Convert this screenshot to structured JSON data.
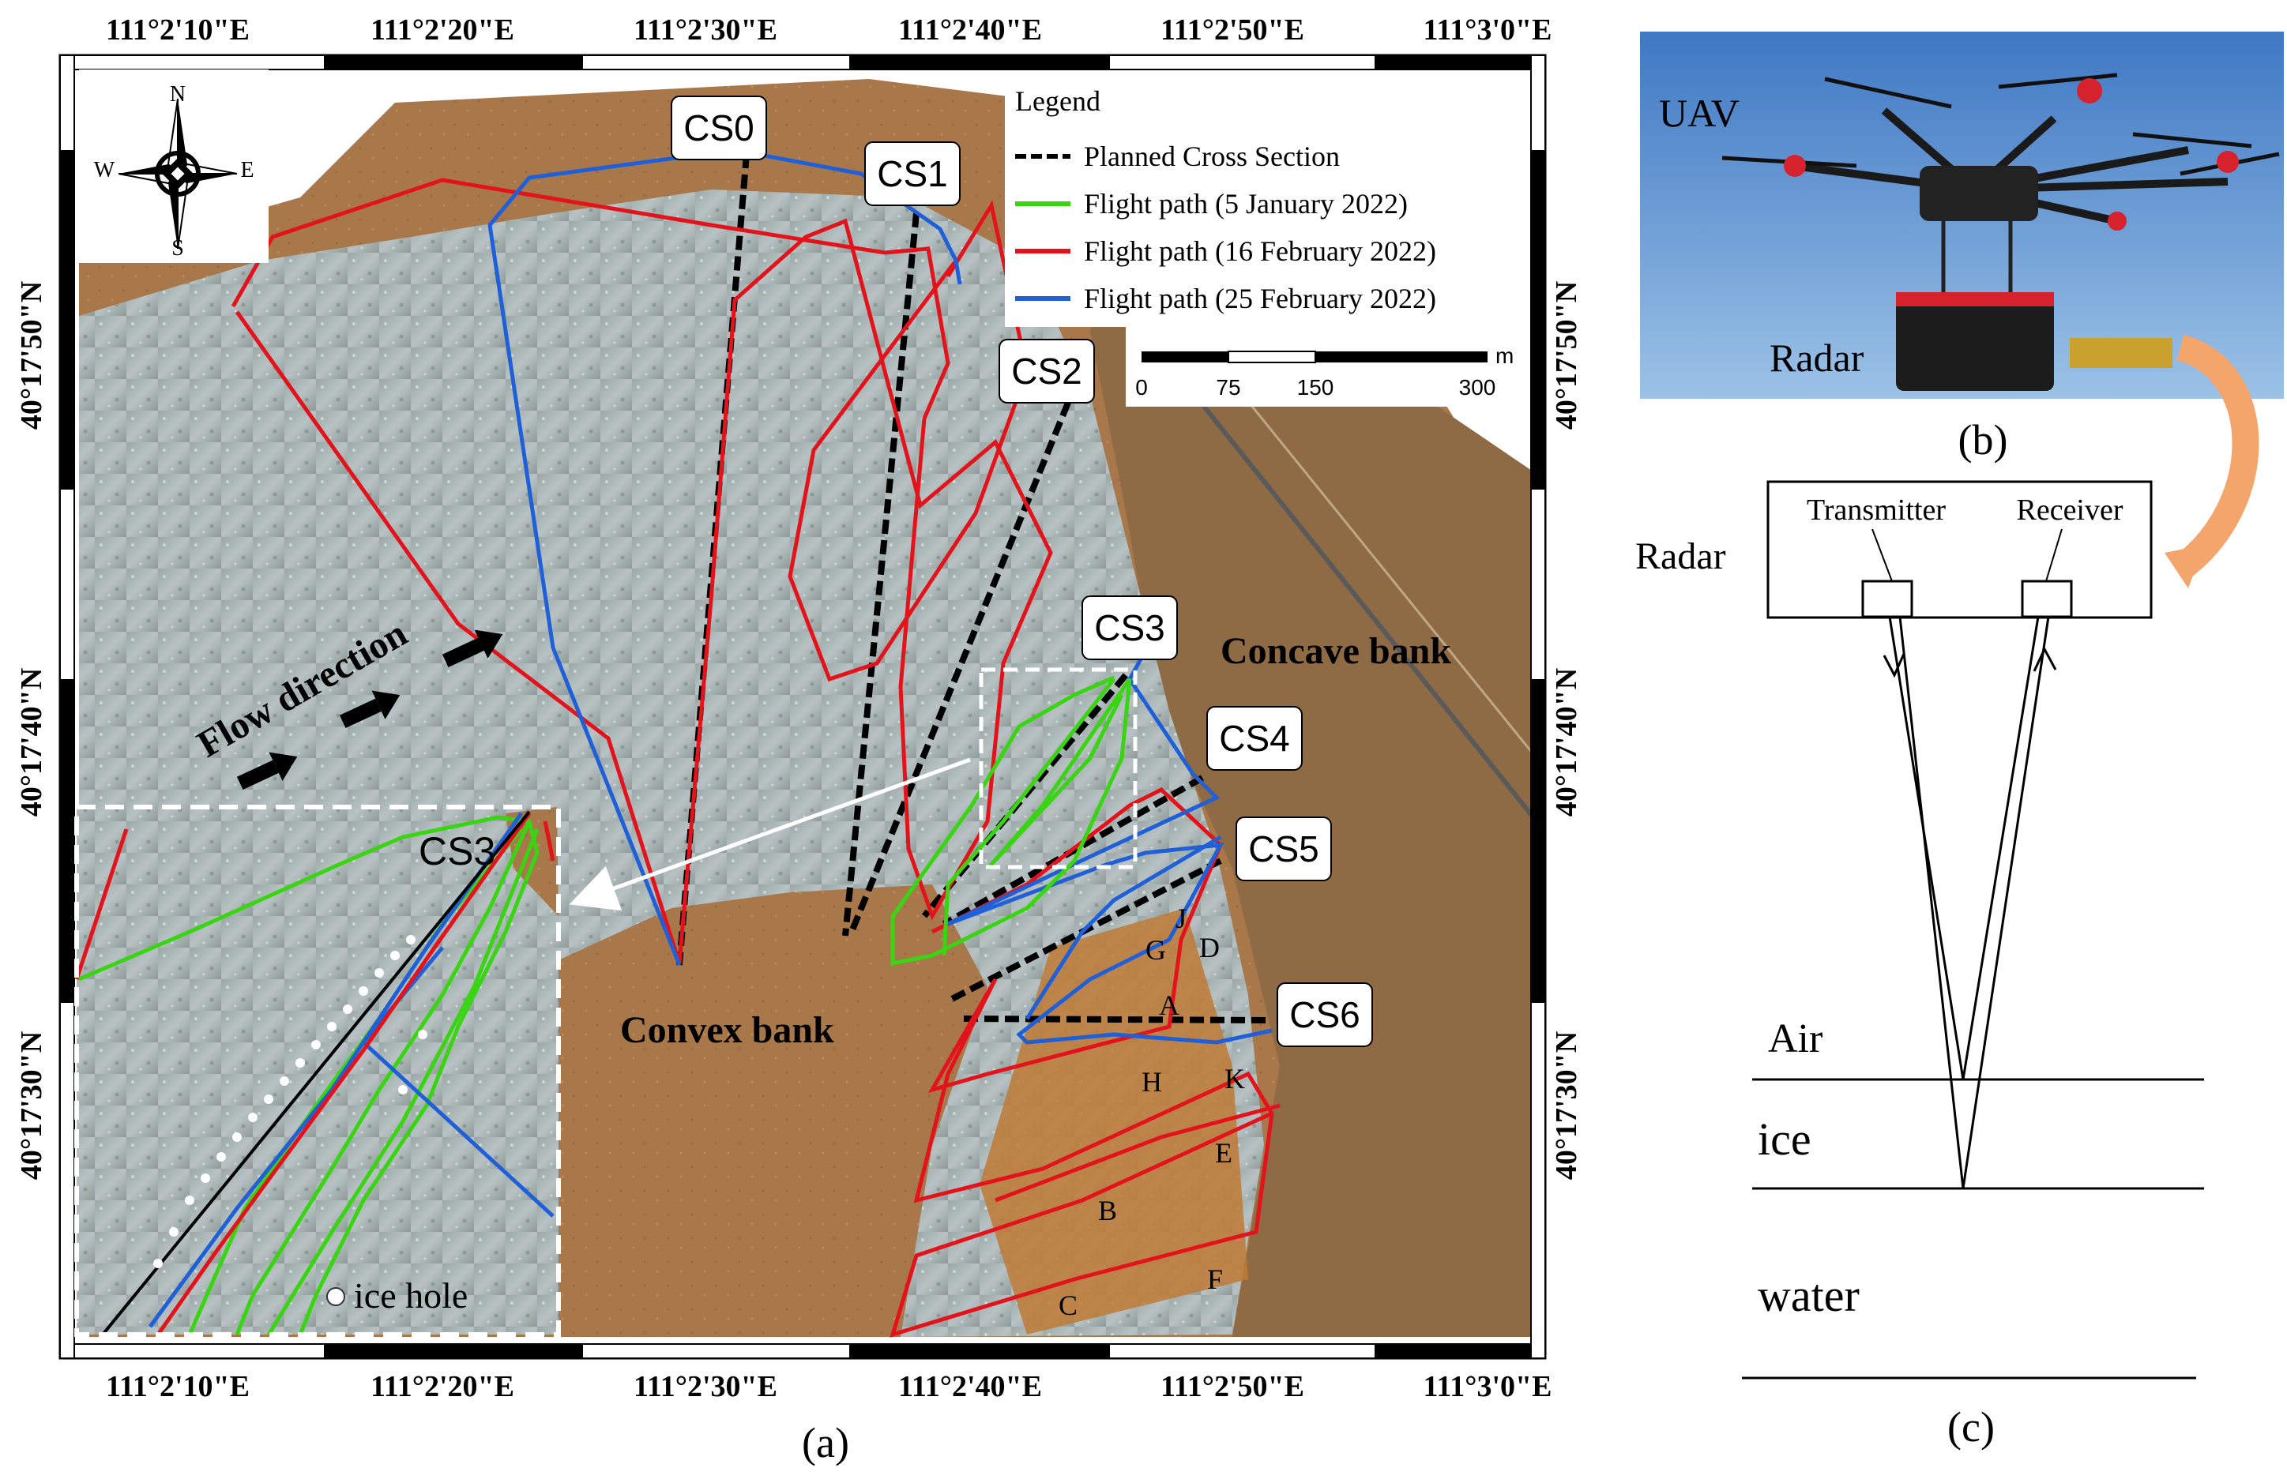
{
  "panel_a": {
    "label": "(a)",
    "coords": {
      "lon_top": [
        "111°2'10\"E",
        "111°2'20\"E",
        "111°2'30\"E",
        "111°2'40\"E",
        "111°2'50\"E",
        "111°3'0\"E"
      ],
      "lon_bottom": [
        "111°2'10\"E",
        "111°2'20\"E",
        "111°2'30\"E",
        "111°2'40\"E",
        "111°2'50\"E",
        "111°3'0\"E"
      ],
      "lat_left": [
        "40°17'50\"N",
        "40°17'40\"N",
        "40°17'30\"N"
      ],
      "lat_right": [
        "40°17'50\"N",
        "40°17'40\"N",
        "40°17'30\"N"
      ]
    },
    "compass": {
      "n": "N",
      "s": "S",
      "e": "E",
      "w": "W"
    },
    "legend": {
      "title": "Legend",
      "items": [
        {
          "label": "Planned Cross Section",
          "color": "#000000",
          "dashed": true
        },
        {
          "label": "Flight path (5 January 2022)",
          "color": "#39d412",
          "dashed": false
        },
        {
          "label": "Flight path (16 February 2022)",
          "color": "#e3131b",
          "dashed": false
        },
        {
          "label": "Flight path (25 February 2022)",
          "color": "#1f5fd8",
          "dashed": false
        }
      ]
    },
    "scalebar": {
      "unit": "m",
      "ticks": [
        "0",
        "75",
        "150",
        "300"
      ]
    },
    "cross_sections": [
      "CS0",
      "CS1",
      "CS2",
      "CS3",
      "CS4",
      "CS5",
      "CS6"
    ],
    "labels": {
      "flow": "Flow direction",
      "convex": "Convex bank",
      "concave": "Concave bank"
    },
    "points": [
      "A",
      "B",
      "C",
      "D",
      "E",
      "F",
      "G",
      "H",
      "J",
      "K"
    ],
    "inset": {
      "title": "CS3",
      "legend": "ice hole"
    }
  },
  "panel_b": {
    "label": "(b)",
    "uav": "UAV",
    "radar": "Radar"
  },
  "panel_c": {
    "label": "(c)",
    "radar": "Radar",
    "transmitter": "Transmitter",
    "receiver": "Receiver",
    "layers": [
      "Air",
      "ice",
      "water"
    ]
  }
}
